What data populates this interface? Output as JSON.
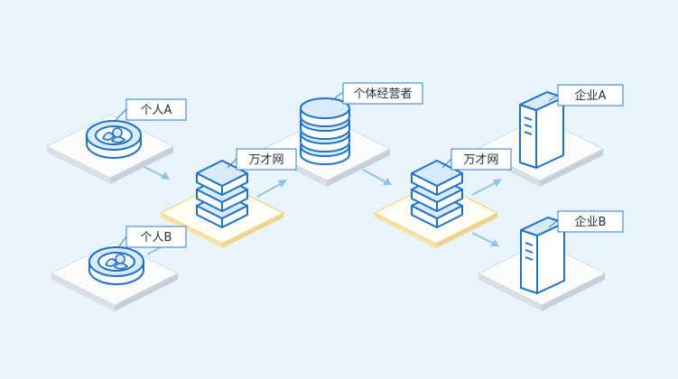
{
  "labels": {
    "individual_a": "个人A",
    "individual_b": "个人B",
    "platform_left": "万才网",
    "individual_business": "个体经营者",
    "platform_right": "万才网",
    "enterprise_a": "企业A",
    "enterprise_b": "企业B"
  },
  "colors": {
    "background": "#e9f4fc",
    "icon_stroke": "#1e72c8",
    "label_border": "#2f7bd6",
    "arrow": "#8fc3ec",
    "highlight_platform": "#f3d27a"
  },
  "icons": [
    "coin-person-icon",
    "server-stack-icon",
    "database-icon",
    "server-tower-icon"
  ]
}
